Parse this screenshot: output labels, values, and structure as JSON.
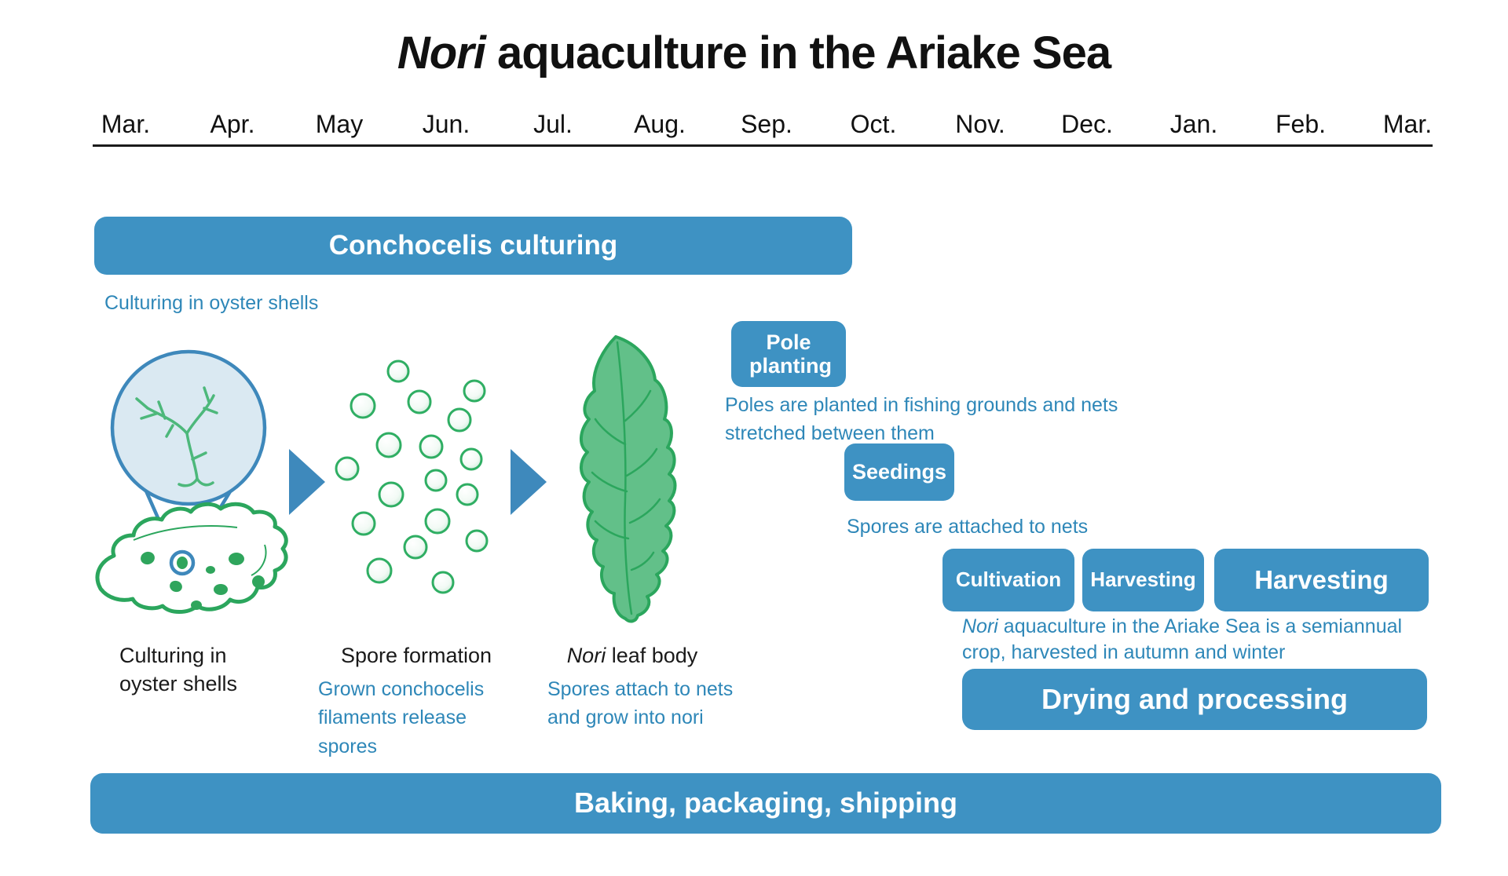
{
  "title": {
    "italic": "Nori",
    "rest": " aquaculture in the Ariake Sea"
  },
  "timeline": {
    "months": [
      "Mar.",
      "Apr.",
      "May",
      "Jun.",
      "Jul.",
      "Aug.",
      "Sep.",
      "Oct.",
      "Nov.",
      "Dec.",
      "Jan.",
      "Feb.",
      "Mar."
    ]
  },
  "colors": {
    "bar_blue": "#3e92c3",
    "caption_blue": "#2e87b8",
    "magnifier_blue": "#3e88bb",
    "outline_green": "#2ba65d",
    "leaf_green": "#62c089",
    "circle_fill": "#dae9f2",
    "text_black": "#1a1a1a"
  },
  "phases": {
    "conchocelis": {
      "label": "Conchocelis culturing",
      "caption": "Culturing in oyster shells"
    },
    "pole_planting": {
      "label": "Pole planting",
      "caption": "Poles are planted in fishing grounds and nets stretched between them"
    },
    "seedings": {
      "label": "Seedings",
      "caption": "Spores are attached to nets"
    },
    "cultivation": {
      "label": "Cultivation"
    },
    "harvesting_first": {
      "label": "Harvesting"
    },
    "harvesting_second": {
      "label": "Harvesting"
    },
    "harvest_note": {
      "italic": "Nori",
      "rest": " aquaculture in the Ariake Sea is a semiannual crop, harvested in autumn and winter"
    },
    "drying": {
      "label": "Drying and processing"
    },
    "baking": {
      "label": "Baking, packaging, shipping"
    }
  },
  "lifecycle": {
    "stage_shells": {
      "label_line1": "Culturing in",
      "label_line2": "oyster shells"
    },
    "stage_spores": {
      "label": "Spore formation",
      "caption": "Grown conchocelis filaments release spores"
    },
    "stage_leaf": {
      "label_italic": "Nori",
      "label_rest": " leaf body",
      "caption": "Spores attach to nets and grow into nori"
    }
  }
}
